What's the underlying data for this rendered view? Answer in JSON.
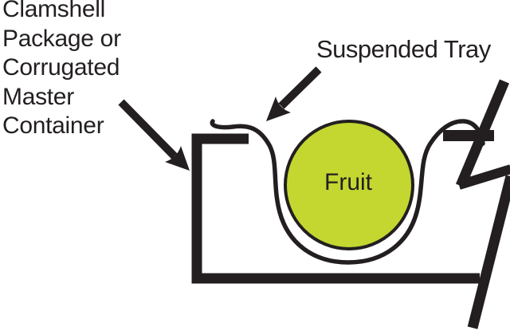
{
  "labels": {
    "package": "Clamshell\nPackage or\nCorrugated\nMaster\nContainer",
    "tray": "Suspended Tray",
    "fruit": "Fruit"
  },
  "colors": {
    "ink": "#231f20",
    "fruit_fill": "#c3d730",
    "background": "#ffffff"
  }
}
